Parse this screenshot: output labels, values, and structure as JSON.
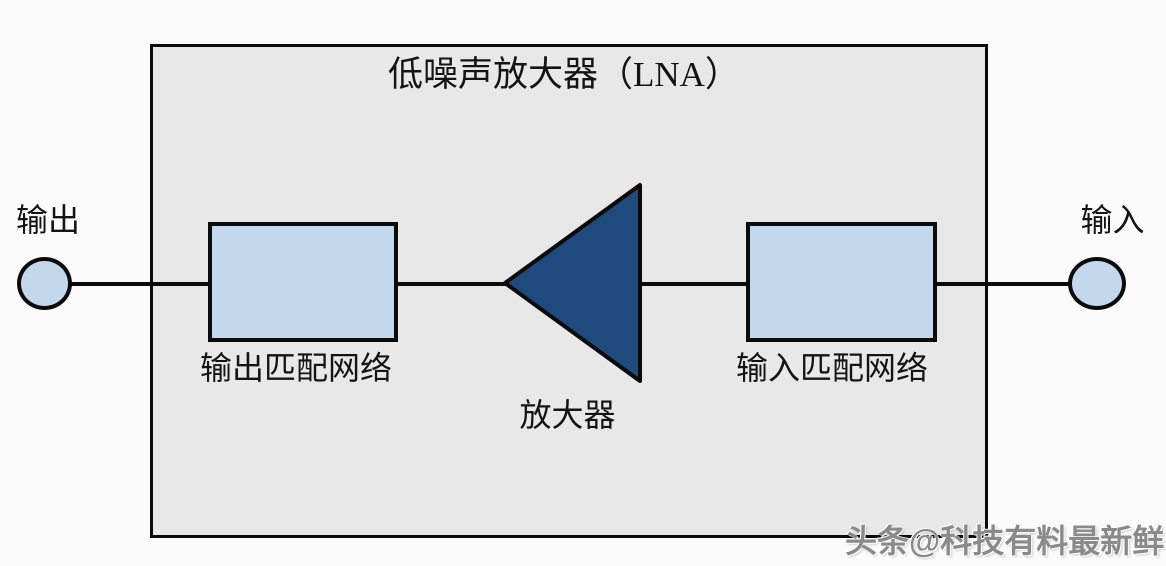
{
  "diagram": {
    "title": "低噪声放大器（LNA）",
    "ports": {
      "output": "输出",
      "input": "输入"
    },
    "blocks": {
      "output_matching": "输出匹配网络",
      "amplifier": "放大器",
      "input_matching": "输入匹配网络"
    },
    "colors": {
      "boundary_fill": "#e9e8e9",
      "block_fill": "#c3d7ed",
      "amplifier_fill": "#1f4a7d",
      "line": "#0b0b0b"
    }
  },
  "watermark": "头条@科技有料最新鲜"
}
